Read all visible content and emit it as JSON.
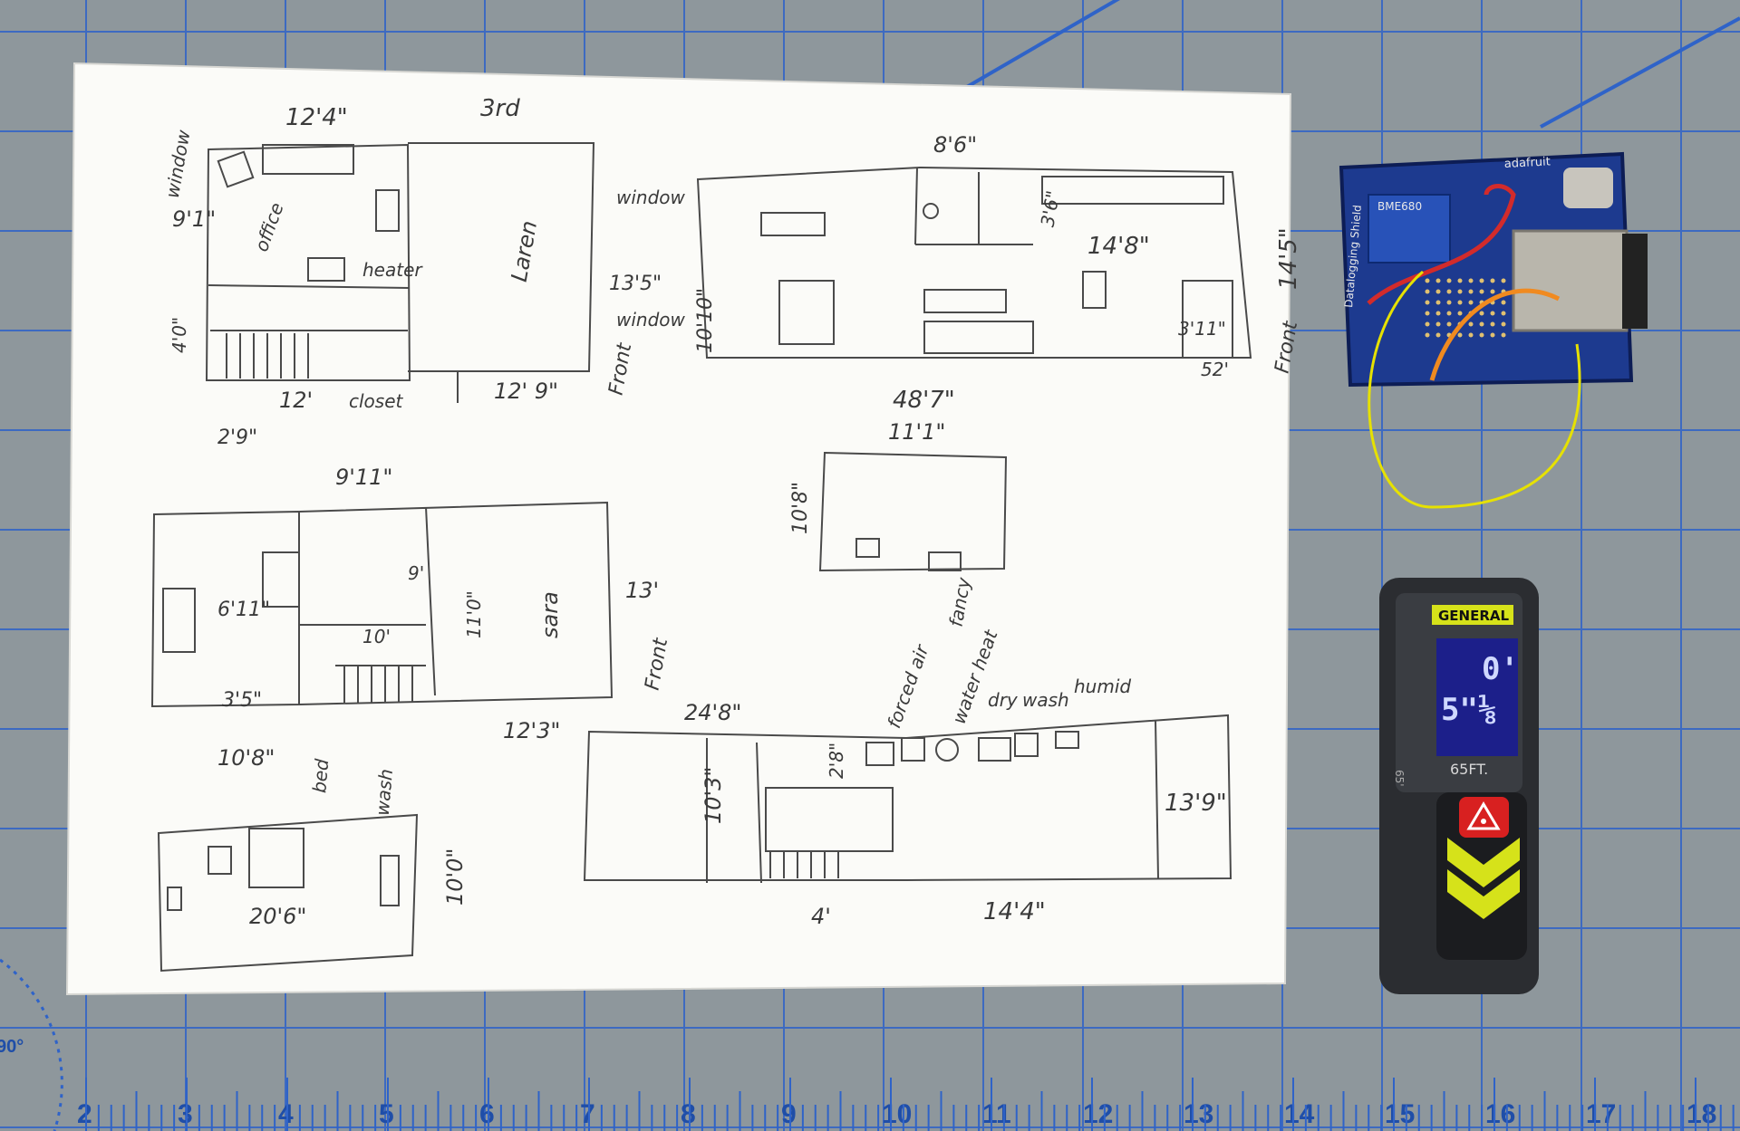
{
  "colors": {
    "mat": "#8e979c",
    "grid": "#2f63c8",
    "paper": "#fbfbf8",
    "pencil": "#4a4a4a",
    "pcb": "#1d3a8f",
    "device_body": "#2b2d31",
    "device_accent": "#d6e21a",
    "lcd": "#1c1f8a"
  },
  "ruler_numbers": [
    "2",
    "3",
    "4",
    "5",
    "6",
    "7",
    "8",
    "9",
    "10",
    "11",
    "12",
    "13",
    "14",
    "15",
    "16",
    "17",
    "18"
  ],
  "corner_label": "90°",
  "sketch_labels": {
    "top_a": "12'4\"",
    "top_b": "3rd",
    "window1": "window",
    "office_dim": "9'1\"",
    "office": "office",
    "heater": "heater",
    "dim_4": "4'0\"",
    "d12": "12'",
    "closet": "closet",
    "d12_9": "12' 9\"",
    "laren": "Laren",
    "window2": "window",
    "d13_5": "13'5\"",
    "window3": "window",
    "front1": "Front",
    "d8_6": "8'6\"",
    "d3_6": "3'6\"",
    "d14_8": "14'8\"",
    "d14_5": "14'5\"",
    "front2": "Front",
    "d10_10": "10'10\"",
    "d3_11": "3'11\"",
    "d5_2": "52'",
    "d48_7": "48'7\"",
    "d11_1": "11'1\"",
    "d10_8": "10'8\"",
    "fancy": "fancy",
    "d2_9": "2'9\"",
    "d9_11": "9'11\"",
    "d6_11": "6'11\"",
    "d9": "9'",
    "d10": "10'",
    "d11": "11'0\"",
    "d13": "13'",
    "sara": "sara",
    "front3": "Front",
    "d3_5": "3'5\"",
    "d10_8b": "10'8\"",
    "d24_8": "24'8\"",
    "d12_3": "12'3\"",
    "forced_air": "forced air",
    "water_heat": "water heat",
    "dry": "dry",
    "wash": "wash",
    "humid": "humid",
    "d2_8": "2'8\"",
    "d10_3": "10'3\"",
    "d13_9": "13'9\"",
    "d14_4": "14'4\"",
    "d4": "4'",
    "bed": "bed",
    "wash2": "wash",
    "d20_6": "20'6\"",
    "d10_0": "10'0\""
  },
  "pcb_text": {
    "brand": "adafruit",
    "sensor": "BME680",
    "shield": "Datalogging Shield"
  },
  "device": {
    "brand": "GENERAL",
    "reading_feet": "0'",
    "reading_inches": "5\"⅛",
    "range": "65FT.",
    "side_label": "65'",
    "laser_icon": "laser-warning-icon"
  }
}
